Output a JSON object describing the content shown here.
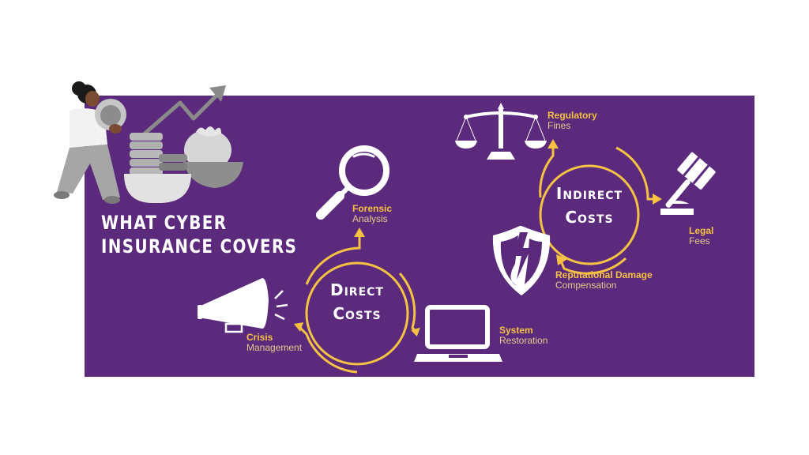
{
  "title": {
    "line1": "WHAT CYBER",
    "line2": "INSURANCE COVERS"
  },
  "colors": {
    "background": "#ffffff",
    "panel": "#5b2a7d",
    "accent_yellow": "#f5c242",
    "label_secondary": "#e9c88a",
    "icon_white": "#ffffff",
    "illustration_grey": "#9a9a9a"
  },
  "direct_costs": {
    "hub_line1": "Direct",
    "hub_line2": "Costs",
    "items": [
      {
        "icon": "magnifying-glass-icon",
        "title": "Forensic",
        "subtitle": "Analysis"
      },
      {
        "icon": "laptop-icon",
        "title": "System",
        "subtitle": "Restoration"
      },
      {
        "icon": "megaphone-icon",
        "title": "Crisis",
        "subtitle": "Management"
      }
    ]
  },
  "indirect_costs": {
    "hub_line1": "Indirect",
    "hub_line2": "Costs",
    "items": [
      {
        "icon": "scales-of-justice-icon",
        "title": "Regulatory",
        "subtitle": "Fines"
      },
      {
        "icon": "gavel-icon",
        "title": "Legal",
        "subtitle": "Fees"
      },
      {
        "icon": "broken-shield-icon",
        "title": "Reputational Damage",
        "subtitle": "Compensation"
      }
    ]
  },
  "illustration": {
    "icon": "woman-with-coins-growth-illustration"
  }
}
